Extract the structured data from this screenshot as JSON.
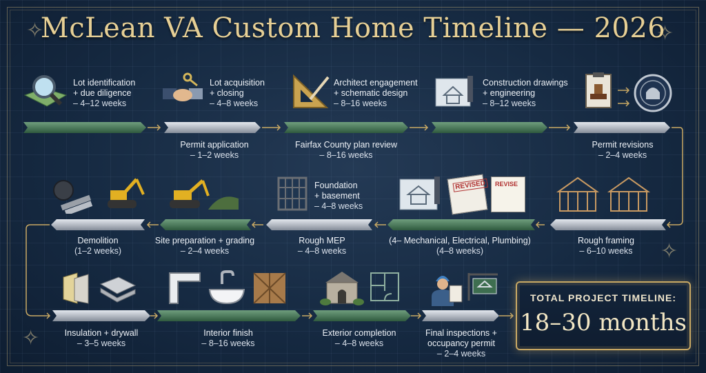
{
  "title": "McLean VA Custom Home Timeline — 2026",
  "row1": [
    {
      "label1": "Lot identification",
      "label2": "+ due diligence",
      "dur": "– 4–12 weeks"
    },
    {
      "label1": "Lot acquisition",
      "label2": "+ closing",
      "dur": "– 4–8 weeks"
    },
    {
      "label1": "Architect engagement",
      "label2": "+ schematic design",
      "dur": "– 8–16 weeks"
    },
    {
      "label1": "Construction drawings",
      "label2": "+ engineering",
      "dur": "– 8–12 weeks"
    }
  ],
  "row1_below": [
    {
      "label": "Permit application",
      "dur": "– 1–2 weeks"
    },
    {
      "label": "Fairfax County plan review",
      "dur": "– 8–16 weeks"
    },
    {
      "label": "Permit revisions",
      "dur": "– 2–4 weeks"
    }
  ],
  "row2_above": {
    "label1": "Foundation",
    "label2": "+ basement",
    "dur": "– 4–8 weeks"
  },
  "row2": [
    {
      "label": "Demolition",
      "dur": "(1–2 weeks)"
    },
    {
      "label": "Site preparation + grading",
      "dur": "– 2–4 weeks"
    },
    {
      "label": "Rough MEP",
      "dur": "– 4–8 weeks"
    },
    {
      "label": "(4– Mechanical, Electrical, Plumbing)",
      "dur": "(4–8 weeks)"
    },
    {
      "label": "Rough framing",
      "dur": "– 6–10 weeks"
    }
  ],
  "row3": [
    {
      "label": "Insulation + drywall",
      "dur": "– 3–5 weeks"
    },
    {
      "label": "Interior finish",
      "dur": "– 8–16 weeks"
    },
    {
      "label": "Exterior completion",
      "dur": "– 4–8 weeks"
    },
    {
      "label1": "Final inspections +",
      "label2": "occupancy permit",
      "dur": "– 2–4 weeks"
    }
  ],
  "doc_stamp_1": "REVISED",
  "doc_stamp_2": "REVISE",
  "total": {
    "heading": "TOTAL PROJECT TIMELINE:",
    "value": "18–30 months"
  },
  "colors": {
    "gold": "#c9a964",
    "green": "#4c7a5a",
    "silver": "#b9bec6",
    "navy": "#162a42"
  },
  "icons": [
    "magnifier-map-icon",
    "handshake-keys-icon",
    "drafting-triangle-icon",
    "blueprint-icon",
    "clipboard-stamp-icon",
    "county-seal-icon",
    "wrecking-ball-icon",
    "excavator-icon",
    "bulldozer-icon",
    "rebar-cage-icon",
    "blueprints-icon",
    "revised-document-icon",
    "framing-icon",
    "drywall-panels-icon",
    "trim-molding-icon",
    "sink-icon",
    "parquet-icon",
    "stone-house-icon",
    "floorplan-icon",
    "inspector-icon",
    "sign-icon"
  ]
}
